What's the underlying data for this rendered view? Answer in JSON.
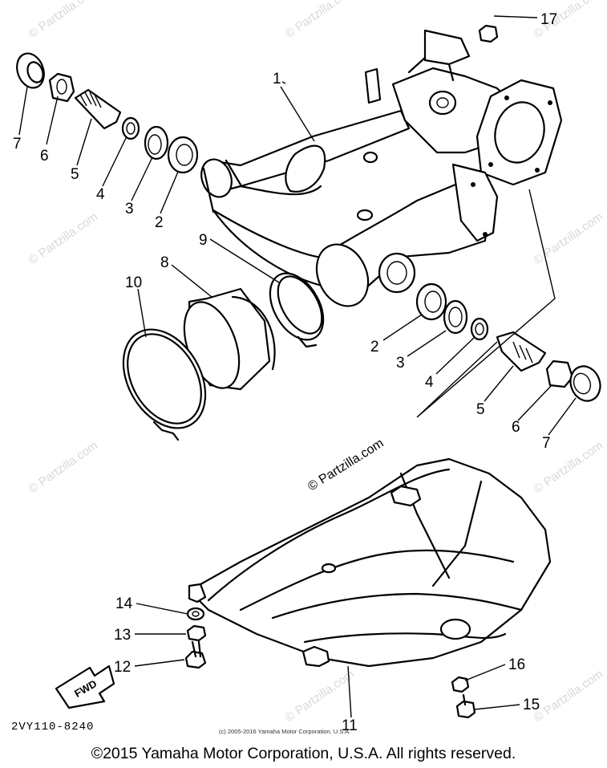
{
  "diagram_code": "2VY110-8240",
  "small_copyright": "(c) 2005-2016 Yamaha Motor Corporation, U.S.A.",
  "copyright": "©2015 Yamaha Motor Corporation, U.S.A. All rights reserved.",
  "watermark_text": "© Partzilla.com",
  "center_watermark": "© Partzilla.com",
  "fwd_label": "FWD",
  "callouts": {
    "n1": "1",
    "n2a": "2",
    "n2b": "2",
    "n3a": "3",
    "n3b": "3",
    "n4a": "4",
    "n4b": "4",
    "n5a": "5",
    "n5b": "5",
    "n6a": "6",
    "n6b": "6",
    "n7a": "7",
    "n7b": "7",
    "n8": "8",
    "n9": "9",
    "n10": "10",
    "n11": "11",
    "n12": "12",
    "n13": "13",
    "n14": "14",
    "n15": "15",
    "n16": "16",
    "n17": "17"
  }
}
